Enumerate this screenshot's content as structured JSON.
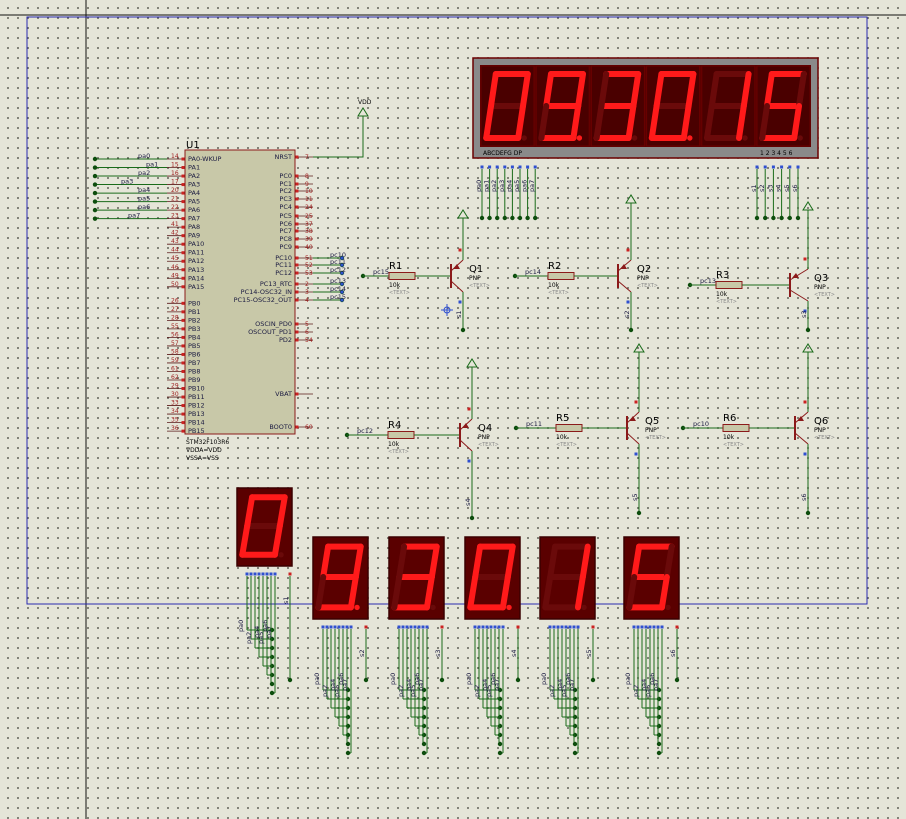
{
  "mcu": {
    "ref": "U1",
    "part": "STM32F103R6",
    "notes": [
      "VDDA=VDD",
      "VSSA=VSS"
    ],
    "left_pins": [
      {
        "num": "14",
        "name": "PA0-WKUP",
        "net": "pa0"
      },
      {
        "num": "15",
        "name": "PA1",
        "net": "pa1"
      },
      {
        "num": "16",
        "name": "PA2",
        "net": "pa2"
      },
      {
        "num": "17",
        "name": "PA3",
        "net": "pa3"
      },
      {
        "num": "20",
        "name": "PA4",
        "net": "pa4"
      },
      {
        "num": "21",
        "name": "PA5",
        "net": "pa5"
      },
      {
        "num": "22",
        "name": "PA6",
        "net": "pa6"
      },
      {
        "num": "23",
        "name": "PA7",
        "net": "pa7"
      },
      {
        "num": "41",
        "name": "PA8",
        "net": ""
      },
      {
        "num": "42",
        "name": "PA9",
        "net": ""
      },
      {
        "num": "43",
        "name": "PA10",
        "net": ""
      },
      {
        "num": "44",
        "name": "PA11",
        "net": ""
      },
      {
        "num": "45",
        "name": "PA12",
        "net": ""
      },
      {
        "num": "46",
        "name": "PA13",
        "net": ""
      },
      {
        "num": "49",
        "name": "PA14",
        "net": ""
      },
      {
        "num": "50",
        "name": "PA15",
        "net": ""
      },
      {
        "num": "26",
        "name": "PB0",
        "net": ""
      },
      {
        "num": "27",
        "name": "PB1",
        "net": ""
      },
      {
        "num": "28",
        "name": "PB2",
        "net": ""
      },
      {
        "num": "55",
        "name": "PB3",
        "net": ""
      },
      {
        "num": "56",
        "name": "PB4",
        "net": ""
      },
      {
        "num": "57",
        "name": "PB5",
        "net": ""
      },
      {
        "num": "58",
        "name": "PB6",
        "net": ""
      },
      {
        "num": "59",
        "name": "PB7",
        "net": ""
      },
      {
        "num": "61",
        "name": "PB8",
        "net": ""
      },
      {
        "num": "62",
        "name": "PB9",
        "net": ""
      },
      {
        "num": "29",
        "name": "PB10",
        "net": ""
      },
      {
        "num": "30",
        "name": "PB11",
        "net": ""
      },
      {
        "num": "33",
        "name": "PB12",
        "net": ""
      },
      {
        "num": "34",
        "name": "PB13",
        "net": ""
      },
      {
        "num": "35",
        "name": "PB14",
        "net": ""
      },
      {
        "num": "36",
        "name": "PB15",
        "net": ""
      }
    ],
    "right_pins": [
      {
        "num": "7",
        "name": "NRST",
        "net": ""
      },
      {
        "num": "8",
        "name": "PC0",
        "net": ""
      },
      {
        "num": "9",
        "name": "PC1",
        "net": ""
      },
      {
        "num": "10",
        "name": "PC2",
        "net": ""
      },
      {
        "num": "11",
        "name": "PC3",
        "net": ""
      },
      {
        "num": "24",
        "name": "PC4",
        "net": ""
      },
      {
        "num": "25",
        "name": "PC5",
        "net": ""
      },
      {
        "num": "37",
        "name": "PC6",
        "net": ""
      },
      {
        "num": "38",
        "name": "PC7",
        "net": ""
      },
      {
        "num": "39",
        "name": "PC8",
        "net": ""
      },
      {
        "num": "40",
        "name": "PC9",
        "net": ""
      },
      {
        "num": "51",
        "name": "PC10",
        "net": "pc10"
      },
      {
        "num": "52",
        "name": "PC11",
        "net": "pc11"
      },
      {
        "num": "53",
        "name": "PC12",
        "net": "pc12"
      },
      {
        "num": "2",
        "name": "PC13_RTC",
        "net": "pc13"
      },
      {
        "num": "3",
        "name": "PC14-OSC32_IN",
        "net": "pc14"
      },
      {
        "num": "4",
        "name": "PC15-OSC32_OUT",
        "net": "pc15"
      },
      {
        "num": "5",
        "name": "OSCIN_PD0",
        "net": ""
      },
      {
        "num": "6",
        "name": "OSCOUT_PD1",
        "net": ""
      },
      {
        "num": "54",
        "name": "PD2",
        "net": ""
      },
      {
        "num": "",
        "name": "VBAT",
        "net": ""
      },
      {
        "num": "60",
        "name": "BOOT0",
        "net": ""
      }
    ]
  },
  "vdd_label": "VDD",
  "transistors": [
    {
      "ref": "Q1",
      "type": "PNP",
      "text": "<TEXT>"
    },
    {
      "ref": "Q2",
      "type": "PNP",
      "text": "<TEXT>"
    },
    {
      "ref": "Q3",
      "type": "PNP",
      "text": "<TEXT>"
    },
    {
      "ref": "Q4",
      "type": "PNP",
      "text": "<TEXT>"
    },
    {
      "ref": "Q5",
      "type": "PNP",
      "text": "<TEXT>"
    },
    {
      "ref": "Q6",
      "type": "PNP",
      "text": "<TEXT>"
    }
  ],
  "resistors": [
    {
      "ref": "R1",
      "value": "10k",
      "text": "<TEXT>",
      "net": "pc15"
    },
    {
      "ref": "R2",
      "value": "10k",
      "text": "<TEXT>",
      "net": "pc14"
    },
    {
      "ref": "R3",
      "value": "10k",
      "text": "<TEXT>",
      "net": "pc13"
    },
    {
      "ref": "R4",
      "value": "10k",
      "text": "<TEXT>",
      "net": "pc12"
    },
    {
      "ref": "R5",
      "value": "10k",
      "text": "<TEXT>",
      "net": "pc11"
    },
    {
      "ref": "R6",
      "value": "10k",
      "text": "<TEXT>",
      "net": "pc10"
    }
  ],
  "collector_nets": [
    "s1",
    "s2",
    "s3",
    "s4",
    "s5",
    "s6"
  ],
  "six_digit_display": {
    "digits": [
      "0",
      "9",
      "3",
      "0",
      "1",
      "5"
    ],
    "dp": [
      false,
      true,
      false,
      true,
      false,
      false
    ],
    "segment_label": "ABCDEFG  DP",
    "common_label": "1 2 3 4 5 6",
    "segment_nets": [
      "pa0",
      "pa1",
      "pa2",
      "pa3",
      "pa4",
      "pa5",
      "pa6",
      "pa7"
    ],
    "common_nets": [
      "s1",
      "s2",
      "s3",
      "s4",
      "s5",
      "s6"
    ]
  },
  "single_displays": [
    {
      "digit": "0",
      "dp": false,
      "common": "s1"
    },
    {
      "digit": "9",
      "dp": true,
      "common": "s2"
    },
    {
      "digit": "3",
      "dp": false,
      "common": "s3"
    },
    {
      "digit": "0",
      "dp": true,
      "common": "s4"
    },
    {
      "digit": "1",
      "dp": false,
      "common": "s5"
    },
    {
      "digit": "5",
      "dp": false,
      "common": "s6"
    }
  ],
  "colors": {
    "wire": "#1a6b1a",
    "junction": "#0d4d0d",
    "chip_fill": "#c8c8a8",
    "chip_border": "#8b1a1a",
    "display_bg": "#5a0000",
    "segment_on": "#ff1a1a",
    "segment_off": "#6a0a0a",
    "sheet_border": "#2a2ab0",
    "text_dark": "#1a1a40"
  }
}
